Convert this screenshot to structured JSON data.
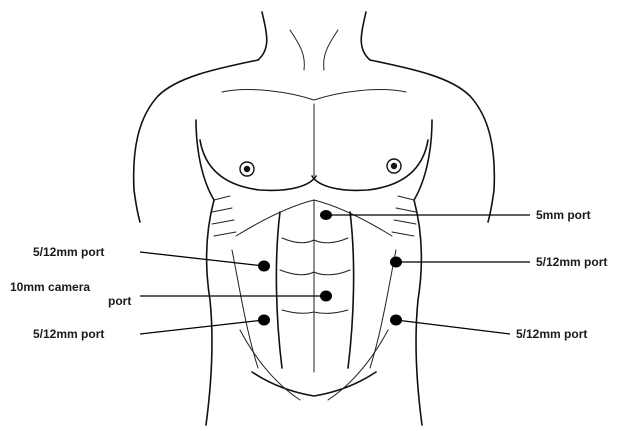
{
  "diagram": {
    "labels": {
      "port_5mm": "5mm port",
      "port_left_upper": "5/12mm port",
      "port_right_upper": "5/12mm port",
      "camera_line1": "10mm camera",
      "camera_line2": "port",
      "port_left_lower": "5/12mm port",
      "port_right_lower": "5/12mm port"
    }
  }
}
